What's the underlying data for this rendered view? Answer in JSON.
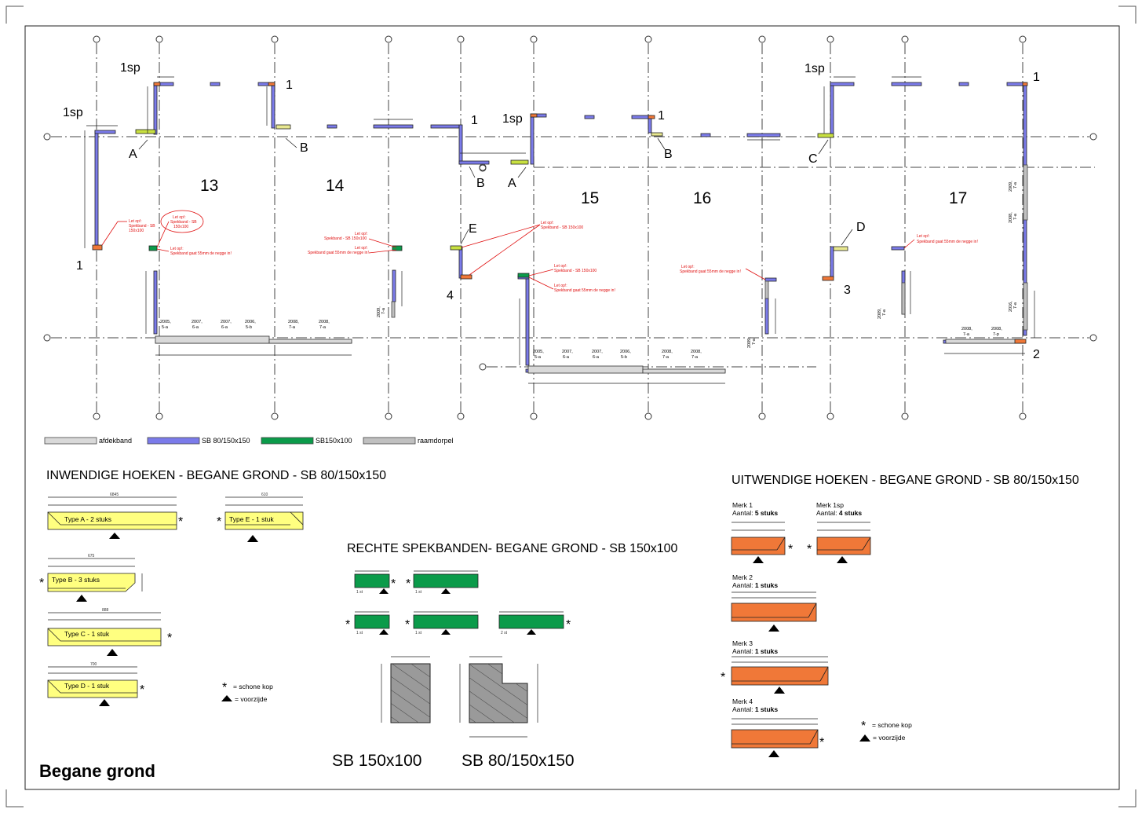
{
  "plan": {
    "rooms": [
      "13",
      "14",
      "15",
      "16",
      "17"
    ],
    "sp": [
      "1sp",
      "1sp",
      "1sp",
      "1sp"
    ],
    "marks": {
      "one": "1",
      "two": "2",
      "three": "3",
      "four": "4",
      "a": "A",
      "b": "B",
      "c": "C",
      "d": "D",
      "e": "E"
    },
    "notes": {
      "letop": "Let op!:",
      "spekband_sb": "Spekband - SB",
      "sb150x100_dim": "150x100",
      "spekband_sb150": "Spekband - SB 150x100",
      "spekband_gaat": "Spekband gaat 55mm de negge in!",
      "spekband_gaat2": "Spekband gaat 55mm de negge in!"
    },
    "codes": {
      "c2005": "2005,",
      "c5a": "5-a",
      "c2007": "2007,",
      "c6a": "6-a",
      "c6b": "6-b",
      "c2006": "2006,",
      "c5b": "5-b",
      "c2008": "2008,",
      "c7a": "7-a",
      "c7p": "7-p",
      "c2009": "2009,",
      "c2016": "2016,"
    }
  },
  "legend": [
    {
      "label": "afdekband",
      "color": "#d9d9d9"
    },
    {
      "label": "SB 80/150x150",
      "color": "#7b7bea"
    },
    {
      "label": "SB150x100",
      "color": "#0b9b4a"
    },
    {
      "label": "raamdorpel",
      "color": "#c0c0c0"
    }
  ],
  "inwendig": {
    "heading": "INWENDIGE HOEKEN - BEGANE GROND - SB 80/150x150",
    "types": [
      "Type A - 2 stuks",
      "Type E - 1 stuk",
      "Type B - 3 stuks",
      "Type C - 1 stuk",
      "Type D - 1 stuk"
    ],
    "dims": {
      "a": "6845",
      "e": "610",
      "b": "675",
      "c": "888",
      "d": "700"
    },
    "color": "#ffff80"
  },
  "recht": {
    "heading": "RECHTE SPEKBANDEN- BEGANE GROND - SB 150x100",
    "counts": [
      "1 st",
      "1 st",
      "1 st",
      "1 st",
      "2 st"
    ],
    "color": "#0b9b4a"
  },
  "profiles": [
    "SB 150x100",
    "SB 80/150x150"
  ],
  "uitwendig": {
    "heading": "UITWENDIGE HOEKEN - BEGANE GROND  - SB 80/150x150",
    "aantal": "Aantal:",
    "merken": [
      {
        "name": "Merk 1",
        "count": "5 stuks"
      },
      {
        "name": "Merk 1sp",
        "count": "4 stuks"
      },
      {
        "name": "Merk 2",
        "count": "1 stuks"
      },
      {
        "name": "Merk 3",
        "count": "1 stuks"
      },
      {
        "name": "Merk 4",
        "count": "1 stuks"
      }
    ],
    "color": "#f07838"
  },
  "keys": {
    "star": "*",
    "schone_kop": "= schone kop",
    "voorzijde": "= voorzijde"
  },
  "page_title": "Begane grond"
}
